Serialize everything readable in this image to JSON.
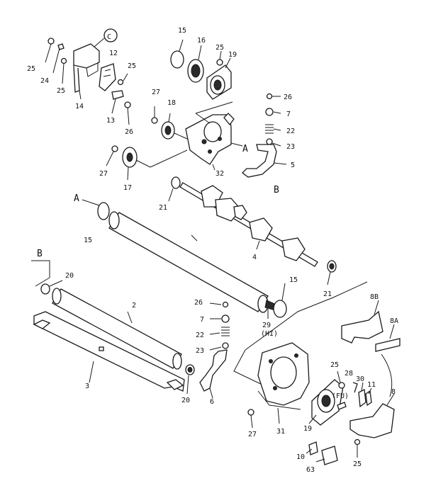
{
  "callouts": {
    "c_circle": "C",
    "p15a": "15",
    "p16": "16",
    "p25a": "25",
    "p19a": "19",
    "p25b": "25",
    "p24": "24",
    "p25c": "25",
    "p12": "12",
    "p25d": "25",
    "p14": "14",
    "p13": "13",
    "p26a": "26",
    "p27a": "27",
    "p18": "18",
    "p26b": "26",
    "p7a": "7",
    "p22a": "22",
    "p23a": "23",
    "labelA1": "A",
    "p27b": "27",
    "p32": "32",
    "p5": "5",
    "labelB1": "B",
    "p17": "17",
    "p21a": "21",
    "labelA2": "A",
    "p15b": "15",
    "p4": "4",
    "p21b": "21",
    "labelB2": "B",
    "p20a": "20",
    "p15c": "15",
    "p2": "2",
    "p26c": "26",
    "p7b": "7",
    "p22b": "22",
    "p23b": "23",
    "p29": "29",
    "p29hi": "(HI)",
    "p8b": "8B",
    "p8a": "8A",
    "p3": "3",
    "p20b": "20",
    "p6": "6",
    "p25e": "25",
    "p28": "28",
    "p30": "30",
    "p11": "11",
    "pfu": "(FU)",
    "p8": "8",
    "p19b": "19",
    "p27c": "27",
    "p31": "31",
    "p10": "10",
    "p63": "63",
    "p25f": "25"
  },
  "colors": {
    "ink": "#1a1a1a",
    "paper": "#ffffff"
  }
}
